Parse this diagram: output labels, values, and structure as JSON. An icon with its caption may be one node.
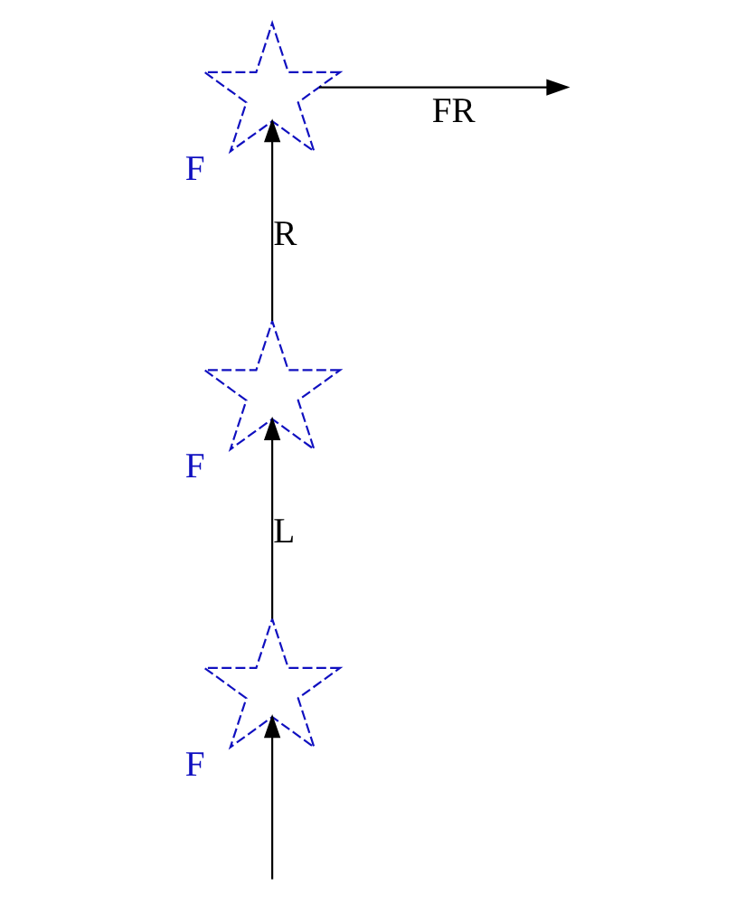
{
  "diagram": {
    "nodes": [
      {
        "text": [],
        "shape": "star",
        "beside": [
          "F"
        ]
      },
      {
        "text": [],
        "shape": "star",
        "beside": [
          "F"
        ]
      },
      {
        "text": [],
        "shape": "star",
        "beside": [
          "F"
        ]
      }
    ],
    "edges": [
      {
        "from": null,
        "to": 2,
        "arrow": "to"
      },
      {
        "from": 2,
        "to": 1,
        "arrow": "to",
        "label": "L"
      },
      {
        "from": 1,
        "to": 0,
        "arrow": "to",
        "label": "R"
      },
      {
        "from": 0,
        "to": null,
        "arrow": "to",
        "label": "FR"
      }
    ]
  }
}
